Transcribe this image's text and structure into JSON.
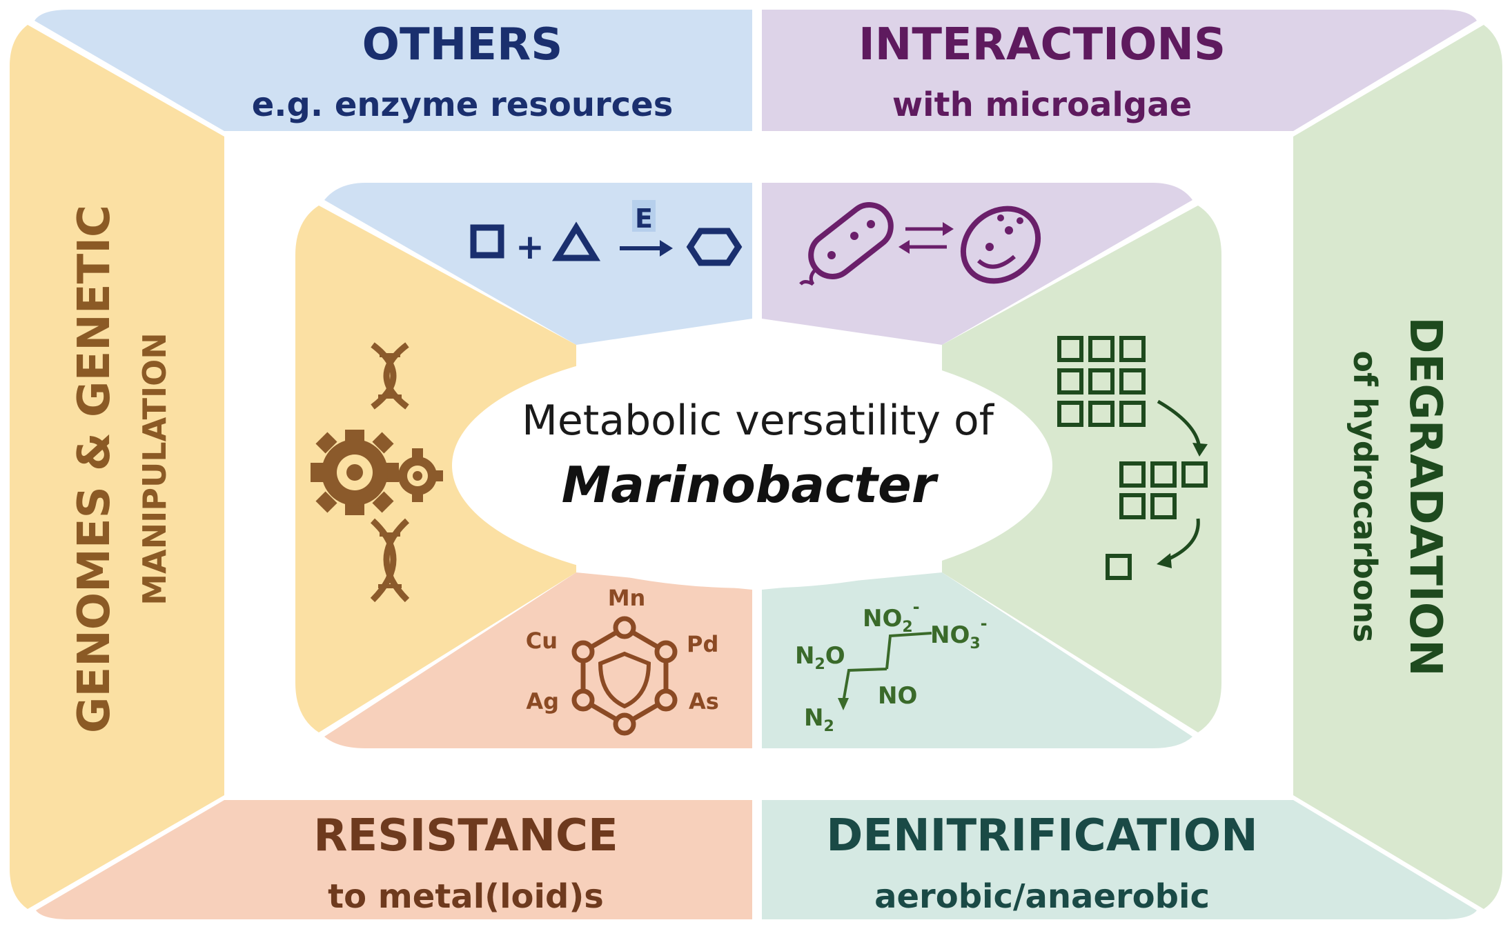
{
  "center": {
    "line1": "Metabolic versatility of",
    "line2": "Marinobacter"
  },
  "sections": {
    "others": {
      "title": "OTHERS",
      "subtitle": "e.g. enzyme resources"
    },
    "interactions": {
      "title": "INTERACTIONS",
      "subtitle": "with microalgae"
    },
    "genomes": {
      "title": "GENOMES & GENETIC",
      "subtitle": "MANIPULATION"
    },
    "degradation": {
      "title": "DEGRADATION",
      "subtitle": "of hydrocarbons"
    },
    "resistance": {
      "title": "RESISTANCE",
      "subtitle": "to metal(loid)s"
    },
    "denitrification": {
      "title": "DENITRIFICATION",
      "subtitle": "aerobic/anaerobic"
    }
  },
  "enzyme_icon": {
    "plus": "+",
    "enzyme_label": "E"
  },
  "metals": {
    "top": "Mn",
    "upper_right": "Pd",
    "lower_right": "As",
    "lower_left": "Ag",
    "upper_left": "Cu"
  },
  "nitrogen": {
    "no2": "NO",
    "no2_sub": "2",
    "no2_sup": "-",
    "no3": "NO",
    "no3_sub": "3",
    "no3_sup": "-",
    "no": "NO",
    "n2o": "N",
    "n2o_sub": "2",
    "n2o_tail": "O",
    "n2": "N",
    "n2_sub": "2"
  },
  "colors": {
    "others": "#cfe0f3",
    "interactions": "#ddd3e8",
    "genomes": "#fbe0a3",
    "degradation": "#d9e8cf",
    "resistance": "#f7d0bb",
    "denitrification": "#d5e9e3",
    "title_others": "#1a2f6e",
    "title_interactions": "#5e1a5e",
    "title_genomes": "#8b5a25",
    "title_degradation": "#1e4a1e",
    "title_resistance": "#6e3a1e",
    "title_denitrification": "#1a4a46"
  }
}
